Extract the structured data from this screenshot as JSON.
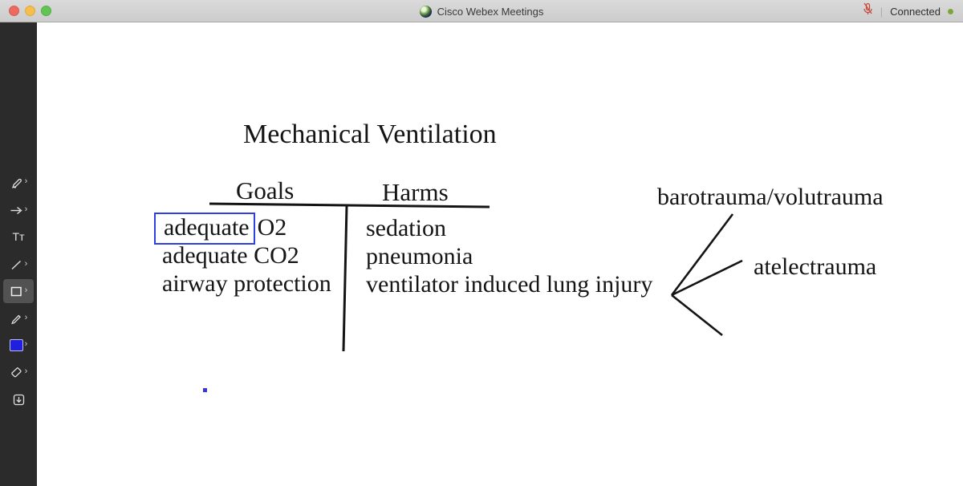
{
  "titlebar": {
    "app_title": "Cisco Webex Meetings",
    "status_label": "Connected",
    "divider": "|",
    "status_dot_color": "#7aa63c",
    "mic_muted_color": "#c9473d",
    "traffic_light_colors": {
      "close": "#ed6a5e",
      "minimize": "#f5bf4f",
      "zoom": "#61c554"
    }
  },
  "toolbar": {
    "background": "#2b2b2b",
    "selected_tool": "rectangle",
    "text_tool_glyph": "Tт",
    "submenu_chevron": "›",
    "swatch_color": "#1f1fdd",
    "tools": [
      "annotation-pen",
      "arrow",
      "text",
      "line",
      "rectangle",
      "pencil",
      "color-swatch",
      "eraser",
      "save"
    ]
  },
  "whiteboard": {
    "title": "Mechanical Ventilation",
    "left_header": "Goals",
    "right_header": "Harms",
    "goals_row1_boxed": "adequate",
    "goals_row1_rest": "O2",
    "goals_row2": "adequate CO2",
    "goals_row3": "airway protection",
    "harms": [
      "sedation",
      "pneumonia",
      "ventilator induced lung injury"
    ],
    "branch_label_top": "barotrauma/volutrauma",
    "branch_label_middle": "atelectrauma",
    "selection_box_color": "#2f3fe3",
    "ink_color": "#141414"
  }
}
